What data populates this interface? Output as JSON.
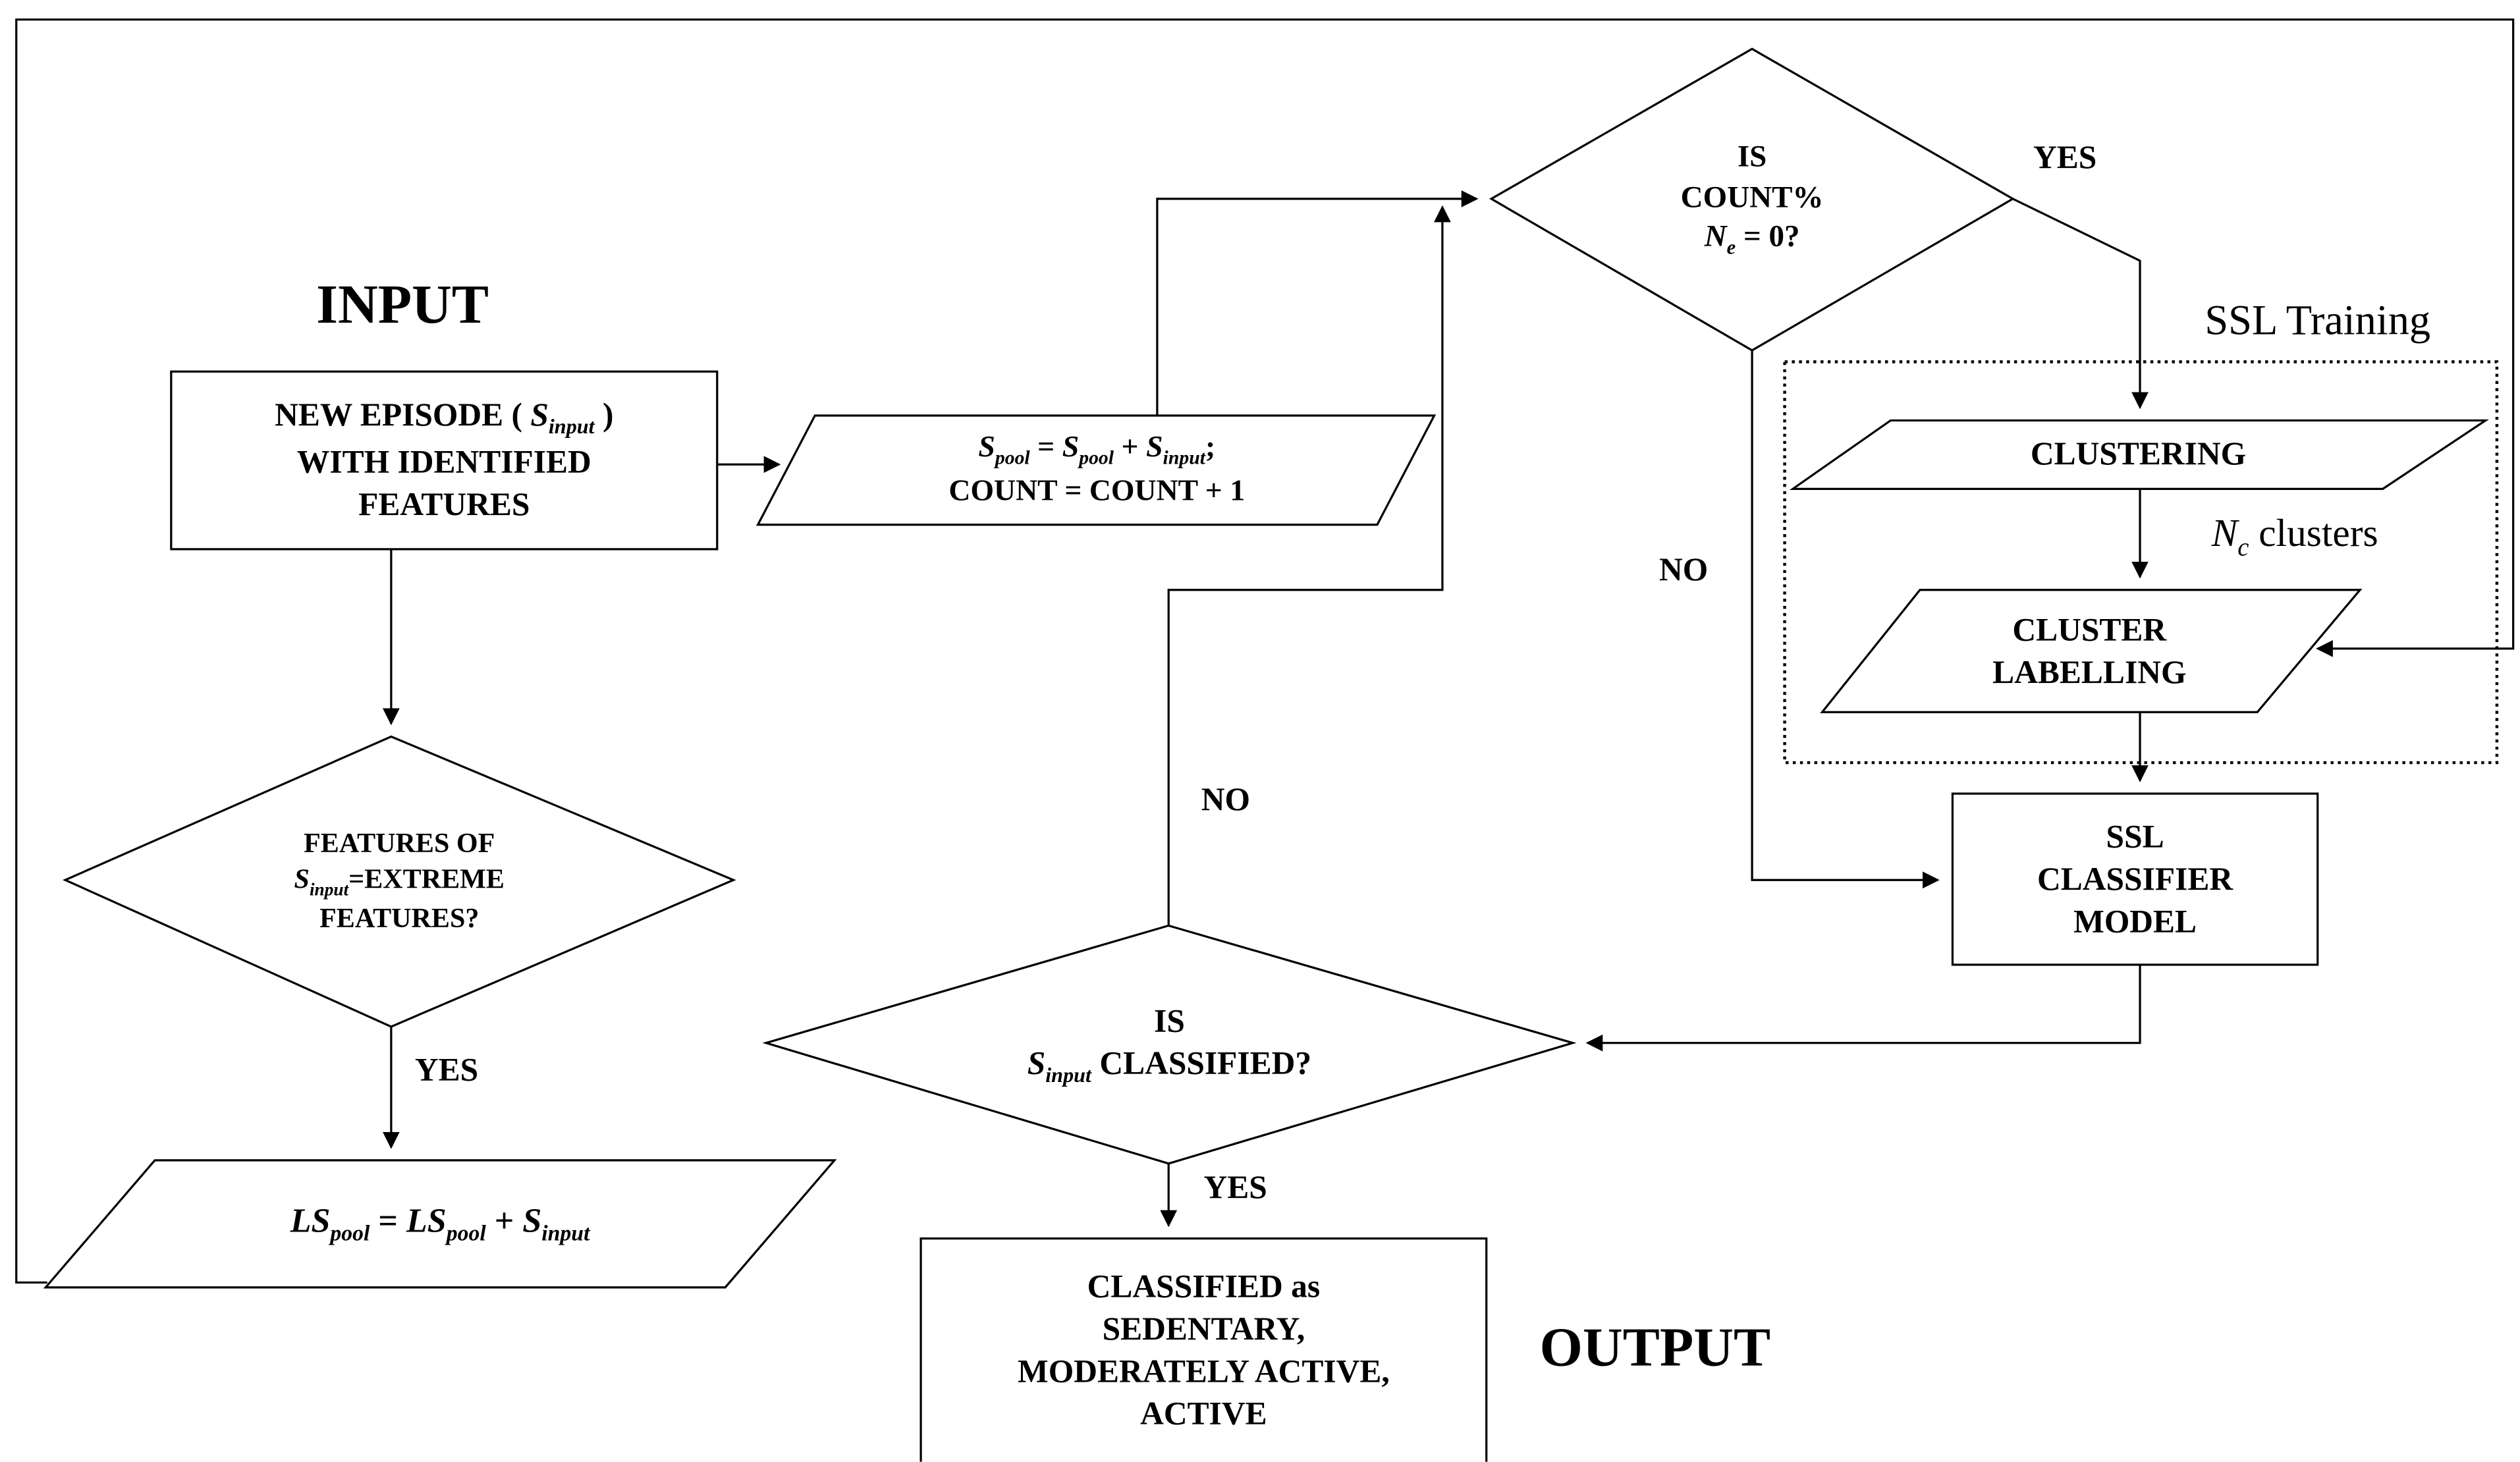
{
  "diagram": {
    "type": "flowchart",
    "background_color": "#ffffff",
    "line_color": "#000000",
    "shape_fill": "#ffffff"
  },
  "titles": {
    "input": "INPUT",
    "output": "OUTPUT",
    "ssl_training": "SSL Training"
  },
  "annotations": {
    "nc_clusters": [
      {
        "t": "N",
        "s": "var"
      },
      {
        "t": "c",
        "s": "sub"
      },
      {
        "t": " clusters"
      }
    ]
  },
  "edge_labels": {
    "count_yes": "YES",
    "count_no": "NO",
    "features_yes": "YES",
    "classified_no": "NO",
    "classified_yes": "YES"
  },
  "nodes": {
    "new_episode": {
      "shape": "rectangle",
      "lines": [
        [
          {
            "t": "NEW EPISODE ( "
          },
          {
            "t": "S",
            "s": "var"
          },
          {
            "t": "input",
            "s": "sub"
          },
          {
            "t": " )"
          }
        ],
        [
          {
            "t": "WITH IDENTIFIED"
          }
        ],
        [
          {
            "t": "FEATURES"
          }
        ]
      ]
    },
    "pool_update": {
      "shape": "parallelogram",
      "lines": [
        [
          {
            "t": "S",
            "s": "var"
          },
          {
            "t": "pool",
            "s": "sub"
          },
          {
            "t": " = "
          },
          {
            "t": "S",
            "s": "var"
          },
          {
            "t": "pool",
            "s": "sub"
          },
          {
            "t": " + "
          },
          {
            "t": "S",
            "s": "var"
          },
          {
            "t": "input",
            "s": "sub"
          },
          {
            "t": ";"
          }
        ],
        [
          {
            "t": "COUNT = COUNT + 1"
          }
        ]
      ]
    },
    "count_check": {
      "shape": "diamond",
      "lines": [
        [
          {
            "t": "IS"
          }
        ],
        [
          {
            "t": "COUNT%"
          }
        ],
        [
          {
            "t": "N",
            "s": "var"
          },
          {
            "t": "e",
            "s": "sub"
          },
          {
            "t": " = 0?"
          }
        ]
      ]
    },
    "features_check": {
      "shape": "diamond",
      "lines": [
        [
          {
            "t": "FEATURES OF"
          }
        ],
        [
          {
            "t": "S",
            "s": "var"
          },
          {
            "t": "input",
            "s": "sub"
          },
          {
            "t": "=EXTREME"
          }
        ],
        [
          {
            "t": "FEATURES?"
          }
        ]
      ]
    },
    "ls_pool_update": {
      "shape": "parallelogram",
      "lines": [
        [
          {
            "t": "LS",
            "s": "var"
          },
          {
            "t": "pool",
            "s": "sub"
          },
          {
            "t": " = "
          },
          {
            "t": "LS",
            "s": "var"
          },
          {
            "t": "pool",
            "s": "sub"
          },
          {
            "t": " + "
          },
          {
            "t": "S",
            "s": "var"
          },
          {
            "t": "input",
            "s": "sub"
          }
        ]
      ]
    },
    "clustering": {
      "shape": "parallelogram",
      "lines": [
        [
          {
            "t": "CLUSTERING"
          }
        ]
      ]
    },
    "cluster_labelling": {
      "shape": "parallelogram",
      "lines": [
        [
          {
            "t": "CLUSTER"
          }
        ],
        [
          {
            "t": "LABELLING"
          }
        ]
      ]
    },
    "ssl_classifier": {
      "shape": "rectangle",
      "lines": [
        [
          {
            "t": "SSL"
          }
        ],
        [
          {
            "t": "CLASSIFIER"
          }
        ],
        [
          {
            "t": "MODEL"
          }
        ]
      ]
    },
    "classified_check": {
      "shape": "diamond",
      "lines": [
        [
          {
            "t": "IS"
          }
        ],
        [
          {
            "t": "S",
            "s": "var"
          },
          {
            "t": "input",
            "s": "sub"
          },
          {
            "t": " CLASSIFIED?"
          }
        ]
      ]
    },
    "output_box": {
      "shape": "rectangle",
      "lines": [
        [
          {
            "t": "CLASSIFIED as"
          }
        ],
        [
          {
            "t": "SEDENTARY,"
          }
        ],
        [
          {
            "t": "MODERATELY ACTIVE,"
          }
        ],
        [
          {
            "t": "ACTIVE"
          }
        ]
      ]
    }
  }
}
